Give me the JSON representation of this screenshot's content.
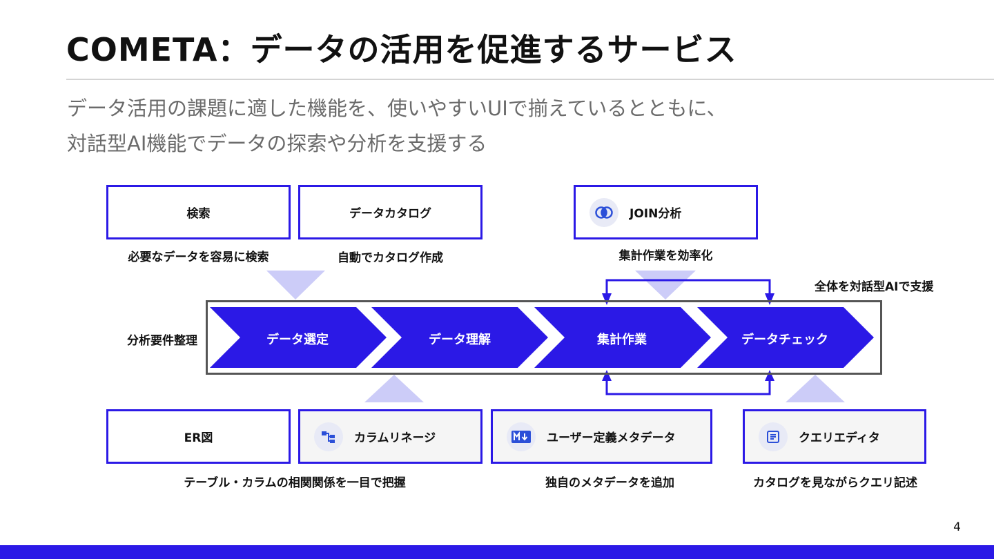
{
  "slide": {
    "title": "COMETA：データの活用を促進するサービス",
    "subtitle_line1": "データ活用の課題に適した機能を、使いやすいUIで揃えているとともに、",
    "subtitle_line2": "対話型AI機能でデータの探索や分析を支援する",
    "page_number": "4"
  },
  "top_features": [
    {
      "label": "検索",
      "caption": "必要なデータを容易に検索"
    },
    {
      "label": "データカタログ",
      "caption": "自動でカタログ作成"
    },
    {
      "label": "JOIN分析",
      "caption": "集計作業を効率化",
      "icon": "venn-icon"
    }
  ],
  "process": {
    "start_label": "分析要件整理",
    "ai_support_label": "全体を対話型AIで支援",
    "steps": [
      "データ選定",
      "データ理解",
      "集計作業",
      "データチェック"
    ]
  },
  "bottom_features": [
    {
      "label": "ER図"
    },
    {
      "label": "カラムリネージ",
      "icon": "lineage-icon"
    },
    {
      "label": "ユーザー定義メタデータ",
      "icon": "markdown-icon"
    },
    {
      "label": "クエリエディタ",
      "icon": "editor-icon"
    }
  ],
  "bottom_captions": [
    "テーブル・カラムの相関関係を一目で把握",
    "独自のメタデータを追加",
    "カタログを見ながらクエリ記述"
  ],
  "colors": {
    "accent": "#2B19E6",
    "pointer": "#CCCCF8",
    "frame": "#555555"
  }
}
